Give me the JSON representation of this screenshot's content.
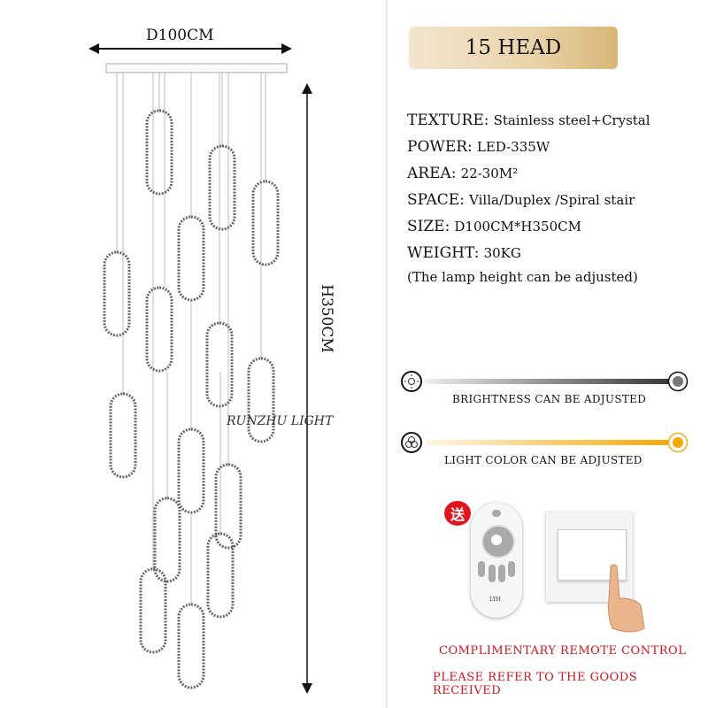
{
  "title": "15 HEAD",
  "dimensions": {
    "width_label": "D100CM",
    "height_label": "H350CM"
  },
  "watermark": "RUNZHU LIGHT",
  "specs": [
    {
      "key": "TEXTURE:",
      "value": "Stainless steel+Crystal"
    },
    {
      "key": "POWER:",
      "value": "LED-335W"
    },
    {
      "key": "AREA:",
      "value": "22-30M²"
    },
    {
      "key": "SPACE:",
      "value": "Villa/Duplex /Spiral stair"
    },
    {
      "key": "SIZE:",
      "value": "D100CM*H350CM"
    },
    {
      "key": "WEIGHT:",
      "value": "30KG"
    }
  ],
  "note": "(The lamp height can be adjusted)",
  "brightness": {
    "label": "BRIGHTNESS CAN BE ADJUSTED",
    "icon": "sun-icon",
    "color": "#444444"
  },
  "light_color": {
    "label": "LIGHT COLOR CAN BE ADJUSTED",
    "icon": "color-circles-icon",
    "color": "#f5a800"
  },
  "remote": {
    "badge": "送",
    "brand": "LYH"
  },
  "footer": {
    "line1": "COMPLIMENTARY REMOTE CONTROL",
    "line2": "PLEASE REFER TO THE GOODS RECEIVED"
  }
}
